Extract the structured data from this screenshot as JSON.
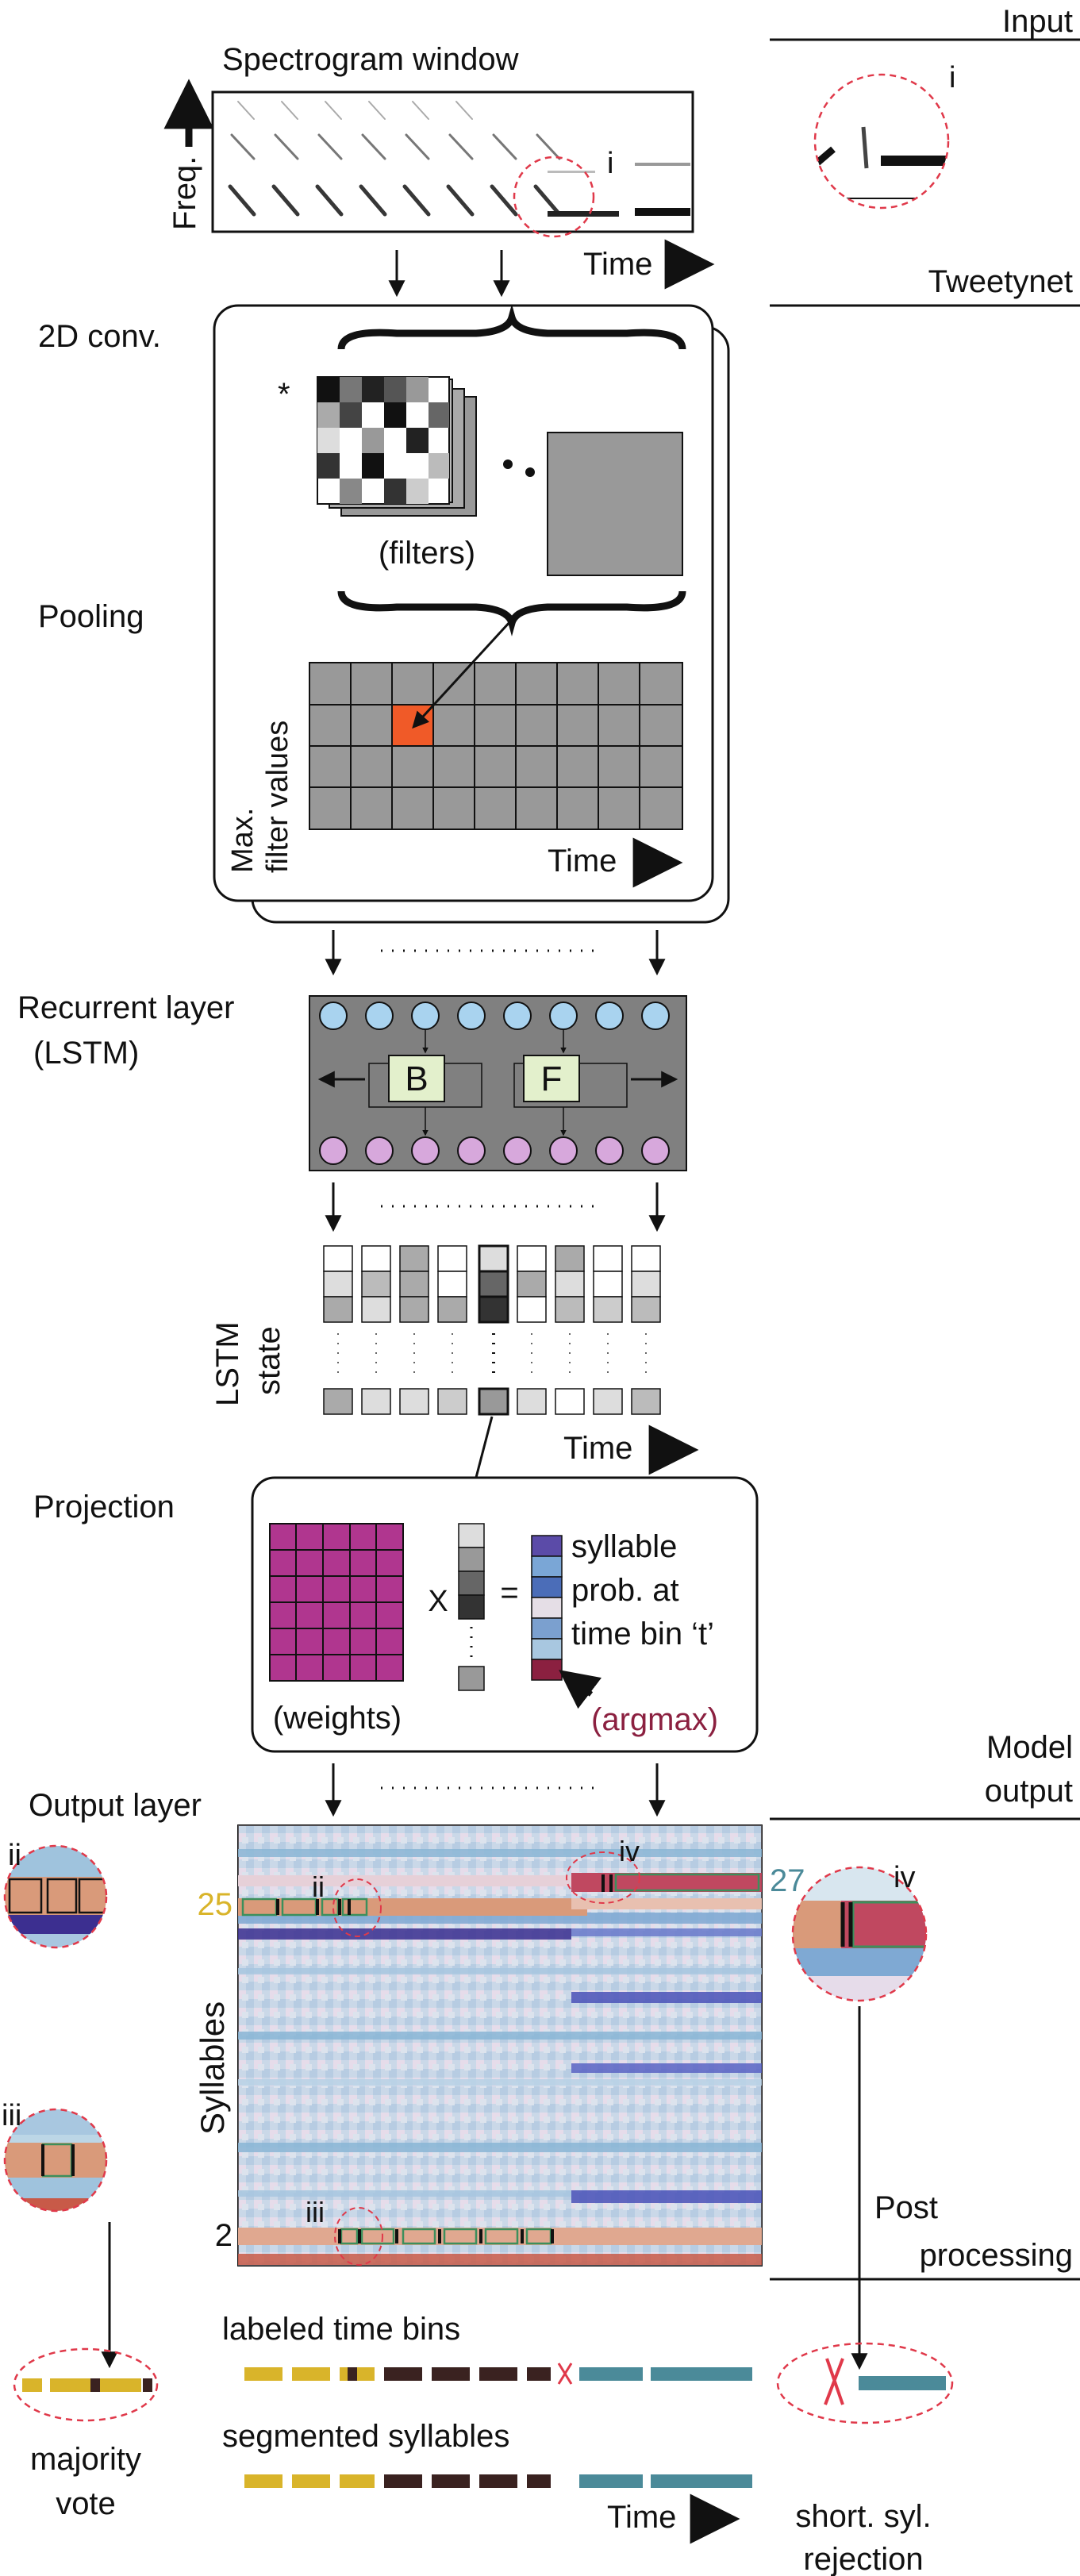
{
  "labels": {
    "spectrogram_window": "Spectrogram window",
    "freq": "Freq.",
    "time": "Time",
    "input": "Input",
    "tweetynet": "Tweetynet",
    "conv2d": "2D conv.",
    "filters": "(filters)",
    "filters_star": "*",
    "pooling": "Pooling",
    "max_filter_1": "Max.",
    "max_filter_2": "filter values",
    "recurrent_1": "Recurrent layer",
    "recurrent_2": "(LSTM)",
    "B": "B",
    "F": "F",
    "lstm_state_1": "LSTM",
    "lstm_state_2": "state",
    "projection": "Projection",
    "times": "X",
    "equals": "=",
    "syllable_prob_1": "syllable",
    "syllable_prob_2": "prob. at",
    "syllable_prob_3": "time bin ‘t’",
    "weights": "(weights)",
    "argmax": "(argmax)",
    "output_layer": "Output layer",
    "model_output_1": "Model",
    "model_output_2": "output",
    "syllables": "Syllables",
    "num_25": "25",
    "num_27": "27",
    "num_2": "2",
    "post_1": "Post",
    "post_2": "processing",
    "labeled_time_bins": "labeled time bins",
    "segmented_syllables": "segmented syllables",
    "majority_1": "majority",
    "majority_2": "vote",
    "short_1": "short. syl.",
    "short_2": "rejection",
    "i": "i",
    "ii": "ii",
    "iii": "iii",
    "iv": "iv"
  },
  "colors": {
    "gold": "#d9b42a",
    "dark_brown": "#3a2220",
    "teal": "#4b8a99",
    "red_dash": "#e0394a",
    "blue_node": "#a9d3ef",
    "pink_node": "#d7a8dc",
    "magenta": "#b0368f",
    "argmax": "#8b2040",
    "orange": "#f05a28",
    "gray_panel": "#7f7f7f",
    "lstm_green": "#e3f0cc",
    "output_green": "#3c8f5c"
  }
}
